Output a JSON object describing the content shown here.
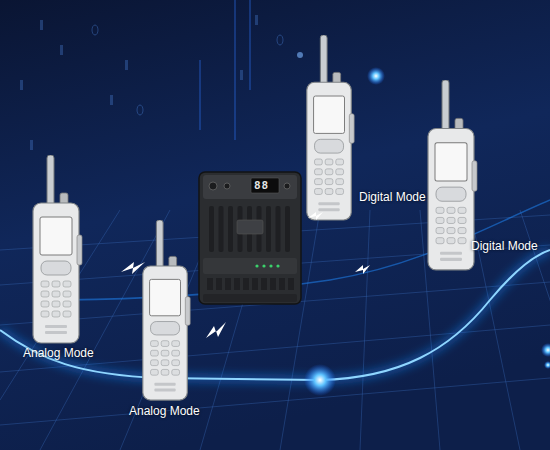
{
  "diagram": {
    "nodes": [
      {
        "text": [
          "Analog Mode"
        ]
      },
      {
        "text": [
          "Analog Mode"
        ]
      },
      {
        "text": [
          "88"
        ]
      },
      {
        "text": [
          "Digital Mode"
        ]
      },
      {
        "text": [
          "Digital Mode"
        ]
      }
    ]
  }
}
